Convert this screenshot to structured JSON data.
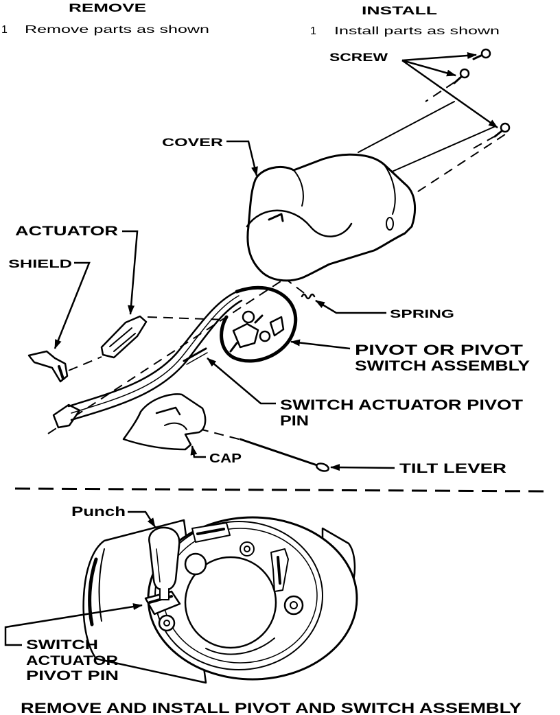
{
  "header": {
    "remove": {
      "title": "REMOVE",
      "step": "1",
      "text": "Remove parts as shown"
    },
    "install": {
      "title": "INSTALL",
      "step": "1",
      "text": "Install parts as shown"
    }
  },
  "labels": {
    "screw": "SCREW",
    "cover": "COVER",
    "actuator": "ACTUATOR",
    "shield": "SHIELD",
    "spring": "SPRING",
    "pivot_line1": "PIVOT OR PIVOT",
    "pivot_line2": "SWITCH ASSEMBLY",
    "pin_line1": "SWITCH ACTUATOR PIVOT",
    "pin_line2": "PIN",
    "cap": "CAP",
    "tilt_lever": "TILT LEVER"
  },
  "detail": {
    "punch": "Punch",
    "pin_line1": "SWITCH",
    "pin_line2": "ACTUATOR",
    "pin_line3": "PIVOT PIN"
  },
  "caption": "REMOVE AND INSTALL PIVOT AND SWITCH ASSEMBLY",
  "colors": {
    "ink": "#000000",
    "paper": "#ffffff"
  }
}
